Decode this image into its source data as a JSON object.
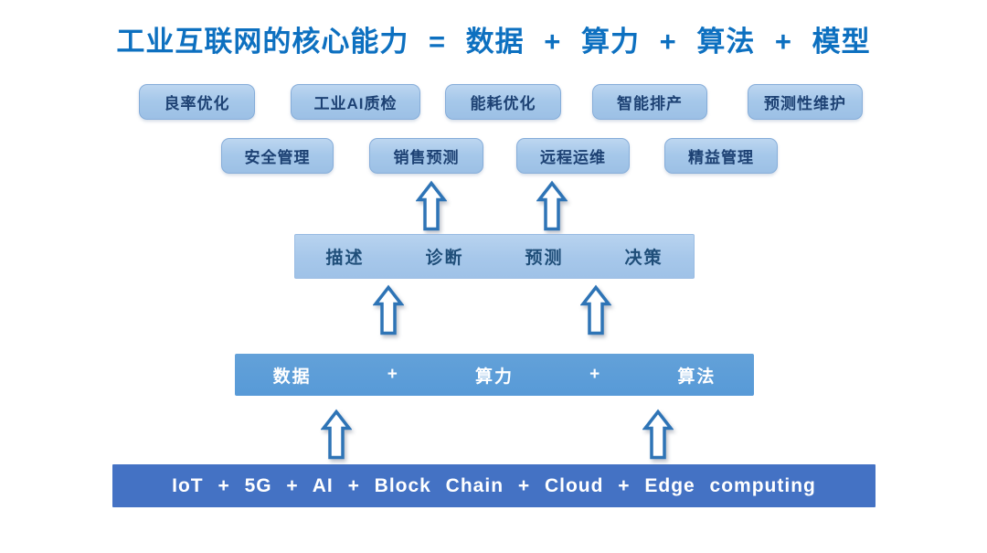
{
  "title": "工业互联网的核心能力 = 数据 + 算力 + 算法 + 模型",
  "application_chips": {
    "row1": [
      {
        "label": "良率优化"
      },
      {
        "label": "工业AI质检"
      },
      {
        "label": "能耗优化"
      },
      {
        "label": "智能排产"
      },
      {
        "label": "预测性维护"
      }
    ],
    "row2": [
      {
        "label": "安全管理"
      },
      {
        "label": "销售预测"
      },
      {
        "label": "远程运维"
      },
      {
        "label": "精益管理"
      }
    ]
  },
  "analytics_bar": {
    "items": [
      {
        "label": "描述"
      },
      {
        "label": "诊断"
      },
      {
        "label": "预测"
      },
      {
        "label": "决策"
      }
    ]
  },
  "capability_bar": {
    "items": [
      {
        "label": "数据"
      },
      {
        "label": "+"
      },
      {
        "label": "算力"
      },
      {
        "label": "+"
      },
      {
        "label": "算法"
      }
    ]
  },
  "technology_bar": {
    "label": "IoT + 5G + AI + Block Chain + Cloud + Edge computing"
  },
  "colors": {
    "title_blue": "#0d70c0",
    "chip_fill": "#a6c8ea",
    "chip_text": "#1d4173",
    "analytics_fill": "#a6c7ea",
    "analytics_text": "#1f4e79",
    "capability_fill": "#5b9bd5",
    "technology_fill": "#4472c4",
    "arrow_stroke": "#2e74b6"
  }
}
